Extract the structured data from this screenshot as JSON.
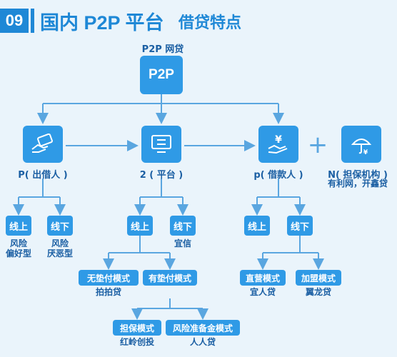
{
  "header": {
    "number": "09",
    "title": "国内 P2P 平台",
    "subtitle": "借贷特点"
  },
  "root": {
    "label": "P2P 网贷",
    "box_text": "P2P"
  },
  "nodes": {
    "lender": {
      "label": "P( 出借人 )",
      "icon": "card-hand-icon"
    },
    "platform": {
      "label": "2 ( 平台 )",
      "icon": "monitor-exchange-icon"
    },
    "borrower": {
      "label": "p( 借款人 )",
      "icon": "yen-hand-icon"
    },
    "guarantor": {
      "label": "N( 担保机构 )",
      "example": "有利网，开鑫贷",
      "icon": "umbrella-icon"
    }
  },
  "plus": "+",
  "lender_children": [
    {
      "label": "线上",
      "notes": [
        "风险",
        "偏好型"
      ]
    },
    {
      "label": "线下",
      "notes": [
        "风险",
        "厌恶型"
      ]
    }
  ],
  "platform_children": [
    {
      "label": "线上"
    },
    {
      "label": "线下",
      "notes": [
        "宜信"
      ]
    }
  ],
  "platform_online_children": [
    {
      "label": "无垫付模式",
      "example": "拍拍贷"
    },
    {
      "label": "有垫付模式"
    }
  ],
  "advance_children": [
    {
      "label": "担保模式",
      "example": "红岭创投"
    },
    {
      "label": "风险准备金模式",
      "example": "人人贷"
    }
  ],
  "borrower_children": [
    {
      "label": "线上"
    },
    {
      "label": "线下"
    }
  ],
  "borrower_offline_children": [
    {
      "label": "直营模式",
      "example": "宜人贷"
    },
    {
      "label": "加盟模式",
      "example": "翼龙贷"
    }
  ],
  "colors": {
    "background": "#eaf4fb",
    "box": "#2f9ae6",
    "line": "#5aa6e0",
    "text": "#1b5fa3"
  }
}
